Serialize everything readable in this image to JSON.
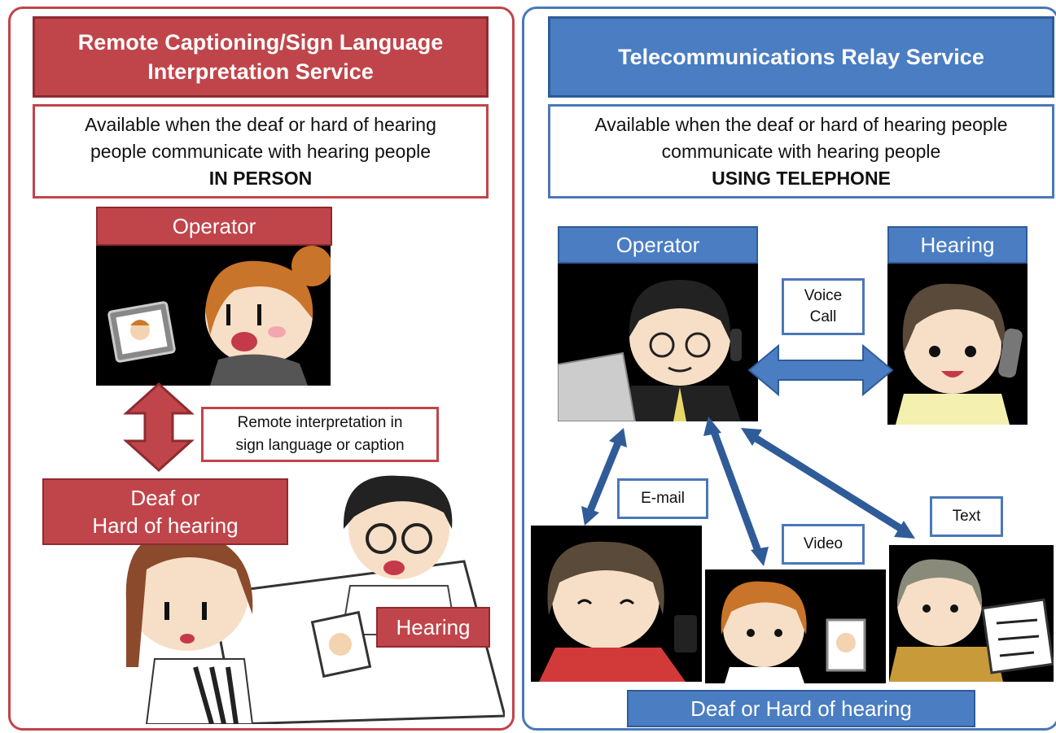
{
  "left_panel": {
    "title": "Remote Captioning/Sign Language Interpretation Service",
    "description_line1": "Available when the deaf or hard of hearing",
    "description_line2": "people communicate with hearing people",
    "description_emphasis": "IN PERSON",
    "operator_label": "Operator",
    "interpretation_line1": "Remote interpretation in",
    "interpretation_line2": "sign language or caption",
    "deaf_label_line1": "Deaf or",
    "deaf_label_line2": "Hard of hearing",
    "hearing_label": "Hearing"
  },
  "right_panel": {
    "title": "Telecommunications Relay Service",
    "description_line1": "Available when the deaf or hard of hearing people",
    "description_line2": "communicate with hearing people",
    "description_emphasis": "USING TELEPHONE",
    "operator_label": "Operator",
    "hearing_label": "Hearing",
    "voice_line1": "Voice",
    "voice_line2": "Call",
    "email_label": "E-mail",
    "video_label": "Video",
    "text_label": "Text",
    "deaf_label": "Deaf or Hard of hearing"
  },
  "colors": {
    "left_accent": "#c0454a",
    "right_accent": "#4a7dc2"
  }
}
